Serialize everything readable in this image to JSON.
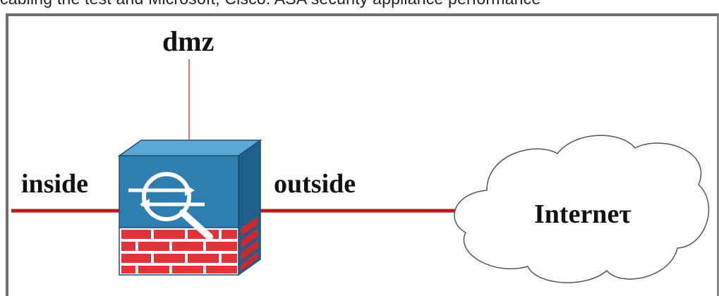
{
  "caption": "cabling the test and Microsoft, Cisco: ASA security appliance performance",
  "labels": {
    "dmz": "dmz",
    "inside": "inside",
    "outside": "outside",
    "internet": "Interneτ"
  },
  "icons": {
    "firewall": "asa-firewall-icon",
    "cloud": "internet-cloud-icon"
  },
  "colors": {
    "link": "#b81c1c",
    "dmz_link": "#d97a7a",
    "appliance_front": "#2e7eb0",
    "appliance_top": "#5aa8d6",
    "appliance_side": "#1d5f8c",
    "brick": "#e0343a",
    "mortar": "#ffffff",
    "frame": "#6e6e6e"
  }
}
